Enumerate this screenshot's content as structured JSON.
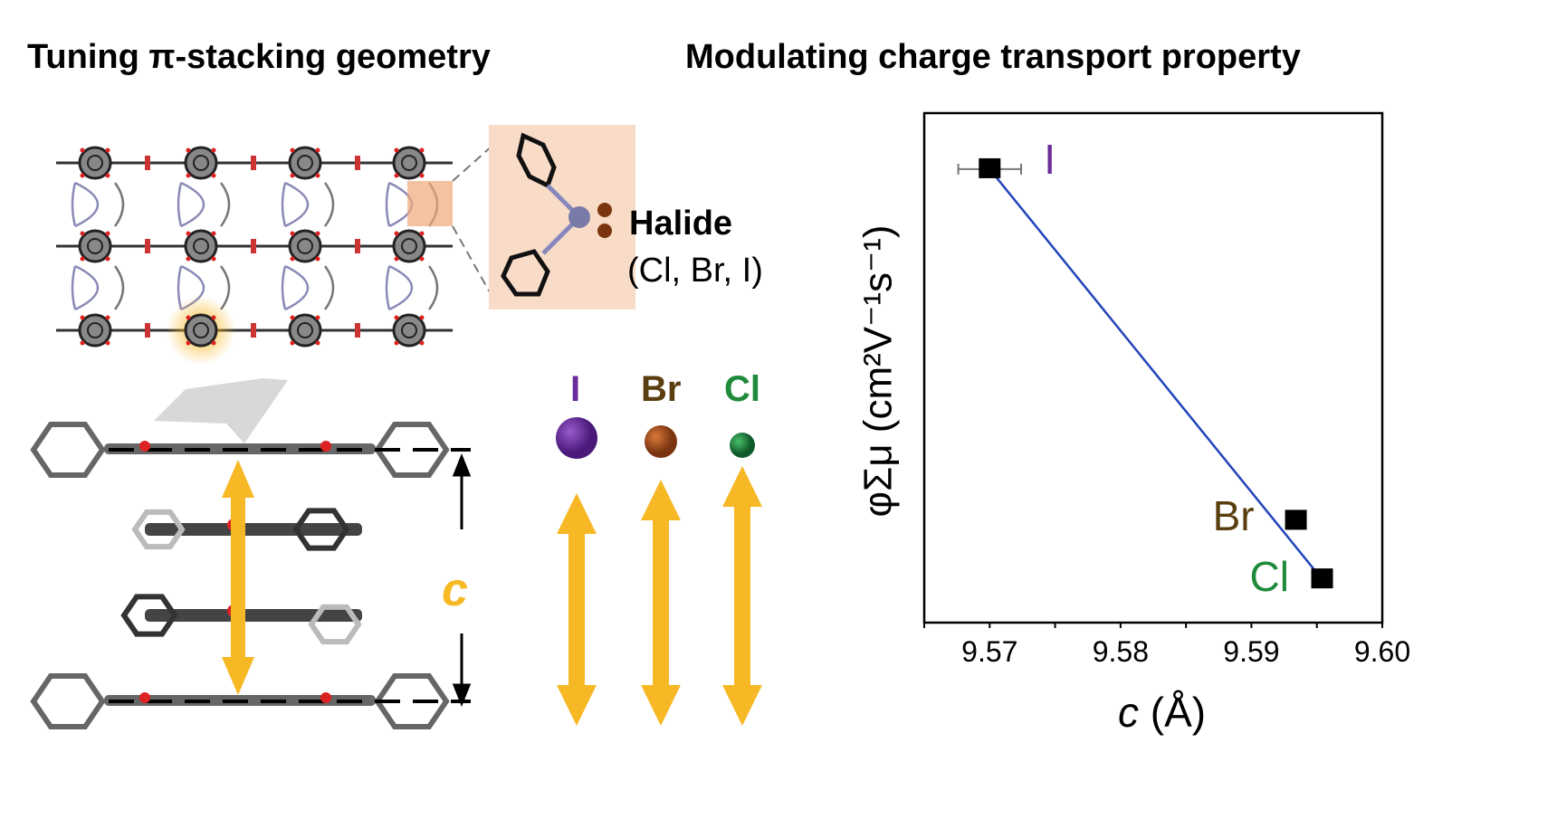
{
  "titles": {
    "left": "Tuning π-stacking geometry",
    "right": "Modulating charge transport property"
  },
  "inset": {
    "label": "Halide",
    "sublabel": "(Cl, Br, I)"
  },
  "stack": {
    "c_label": "c"
  },
  "halides": [
    {
      "symbol": "I",
      "color": "#6a2a9a",
      "ball_color": "#5c2a8f"
    },
    {
      "symbol": "Br",
      "color": "#5a3e10",
      "ball_color": "#9a4a1a"
    },
    {
      "symbol": "Cl",
      "color": "#1f8a3a",
      "ball_color": "#1a7a3a"
    }
  ],
  "colors": {
    "arrow": "#f7b825",
    "fit_line": "#2244bb",
    "inset_bg": "#f8dcc8"
  },
  "chart_data": {
    "type": "scatter",
    "xlabel_var": "c",
    "xlabel_unit": " (Å)",
    "ylabel": "φΣμ (cm²V⁻¹s⁻¹)",
    "xlim": [
      9.565,
      9.6
    ],
    "ylim": [
      0,
      1
    ],
    "xticks": [
      "9.57",
      "9.58",
      "9.59",
      "9.60"
    ],
    "xtick_values": [
      9.57,
      9.58,
      9.59,
      9.6
    ],
    "yticks_shown": false,
    "points": [
      {
        "label": "I",
        "x": 9.57,
        "y": 0.89,
        "xerr": 0.0012,
        "color": "#6a2a9a"
      },
      {
        "label": "Br",
        "x": 9.5934,
        "y": 0.2,
        "xerr": 0,
        "color": "#5a3e10"
      },
      {
        "label": "Cl",
        "x": 9.5954,
        "y": 0.085,
        "xerr": 0,
        "color": "#1f8a3a"
      }
    ],
    "fit_line": {
      "x": [
        9.57,
        9.5954
      ],
      "y": [
        0.89,
        0.085
      ]
    }
  }
}
